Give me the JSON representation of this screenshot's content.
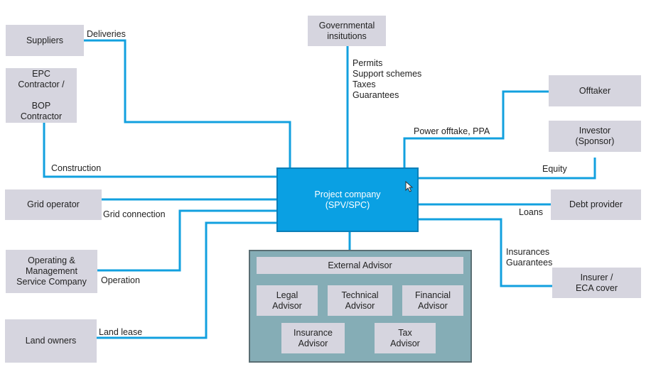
{
  "diagram": {
    "center": {
      "label": "Project company\n(SPV/SPC)"
    },
    "colors": {
      "connector": "#12a0df",
      "center_fill": "#0aa0e3",
      "node_fill": "#d6d5df",
      "advisor_group_fill": "#85adb6"
    },
    "nodes": {
      "suppliers": "Suppliers",
      "epc": "EPC\nContractor /\n\nBOP\nContractor",
      "governmental": "Governmental\ninsitutions",
      "offtaker": "Offtaker",
      "investor": "Investor\n(Sponsor)",
      "grid_operator": "Grid operator",
      "debt_provider": "Debt provider",
      "om_company": "Operating &\nManagement\nService Company",
      "land_owners": "Land owners",
      "insurer": "Insurer /\nECA cover"
    },
    "edge_labels": {
      "deliveries": "Deliveries",
      "construction": "Construction",
      "government": "Permits\nSupport schemes\nTaxes\nGuarantees",
      "ppa": "Power offtake, PPA",
      "equity": "Equity",
      "grid": "Grid connection",
      "loans": "Loans",
      "operation": "Operation",
      "land": "Land lease",
      "insurance": "Insurances\nGuarantees"
    },
    "advisors": {
      "header": "External Advisor",
      "legal": "Legal\nAdvisor",
      "technical": "Technical\nAdvisor",
      "financial": "Financial\nAdvisor",
      "insurance": "Insurance\nAdvisor",
      "tax": "Tax\nAdvisor"
    }
  }
}
